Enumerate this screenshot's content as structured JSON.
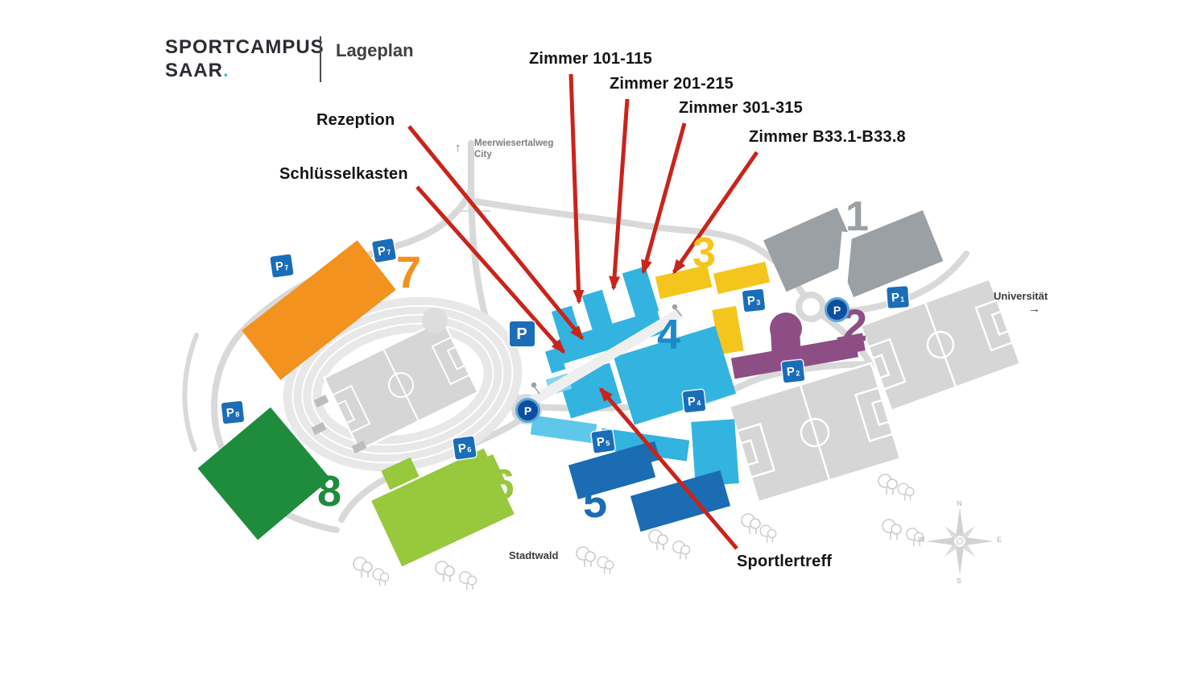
{
  "header": {
    "brand_line1": "SPORTCAMPUS",
    "brand_line2": "SAAR",
    "brand_dot": ".",
    "title": "Lageplan"
  },
  "annotations": {
    "zimmer_101": "Zimmer 101-115",
    "zimmer_201": "Zimmer 201-215",
    "zimmer_301": "Zimmer 301-315",
    "zimmer_b33": "Zimmer B33.1-B33.8",
    "rezeption": "Rezeption",
    "schluesselkasten": "Schlüsselkasten",
    "sportlertreff": "Sportlertreff"
  },
  "map_labels": {
    "street_arrow": "↑",
    "street_name": "Meerwiesertalweg",
    "street_city": "City",
    "university": "Universität",
    "university_arrow": "→",
    "forest": "Stadtwald"
  },
  "buildings": [
    {
      "number": "1",
      "color": "#9aa0a4"
    },
    {
      "number": "2",
      "color": "#8d4e86"
    },
    {
      "number": "3",
      "color": "#f4c51d"
    },
    {
      "number": "4",
      "color": "#1e88c8"
    },
    {
      "number": "5",
      "color": "#1b6cb3"
    },
    {
      "number": "6",
      "color": "#97c83d"
    },
    {
      "number": "7",
      "color": "#f3921e"
    },
    {
      "number": "8",
      "color": "#1f8b3c"
    }
  ],
  "parking": {
    "badge_color": "#1a6db8",
    "circle_color": "#0d4f9e",
    "squares": [
      {
        "label": "P",
        "sub": "7"
      },
      {
        "label": "P",
        "sub": "7"
      },
      {
        "label": "P",
        "sub": ""
      },
      {
        "label": "P",
        "sub": "8"
      },
      {
        "label": "P",
        "sub": "6"
      },
      {
        "label": "P",
        "sub": "5"
      },
      {
        "label": "P",
        "sub": "4"
      },
      {
        "label": "P",
        "sub": "3"
      },
      {
        "label": "P",
        "sub": "2"
      },
      {
        "label": "P",
        "sub": "1"
      }
    ],
    "circles": [
      {
        "label": "P"
      },
      {
        "label": "P"
      }
    ]
  },
  "compass": {
    "n": "N",
    "e": "E",
    "s": "S",
    "w": "W"
  },
  "accent_colors": {
    "arrow_red": "#c9241a",
    "brand_teal": "#45c2cf"
  }
}
